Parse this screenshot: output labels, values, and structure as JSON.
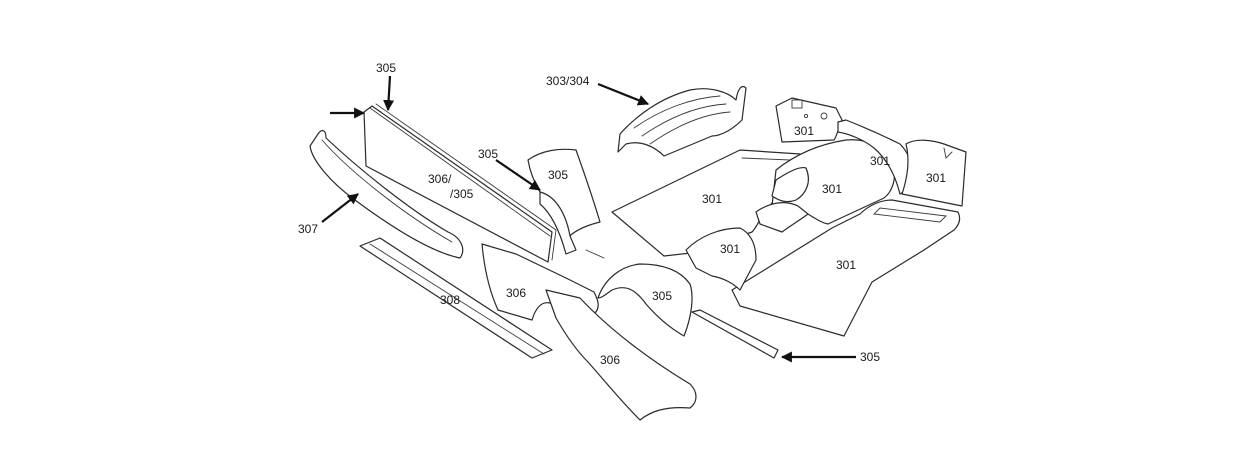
{
  "labels": {
    "l305_top": "305",
    "l303_304": "303/304",
    "l301_firewall": "301",
    "l305_mid": "305",
    "l305_panel": "305",
    "l301_tunnel_top": "301",
    "l301_right": "301",
    "l306_305_line1": "306/",
    "l306_305_line2": "/305",
    "l301_left": "301",
    "l301_tunnel": "301",
    "l307": "307",
    "l301_arch": "301",
    "l301_floor_right": "301",
    "l306_left": "306",
    "l305_wheel": "305",
    "l308": "308",
    "l305_sill": "305",
    "l306_bottom": "306"
  },
  "colors": {
    "line": "#2b2b2b",
    "arrow": "#111111",
    "paper": "#ffffff"
  }
}
